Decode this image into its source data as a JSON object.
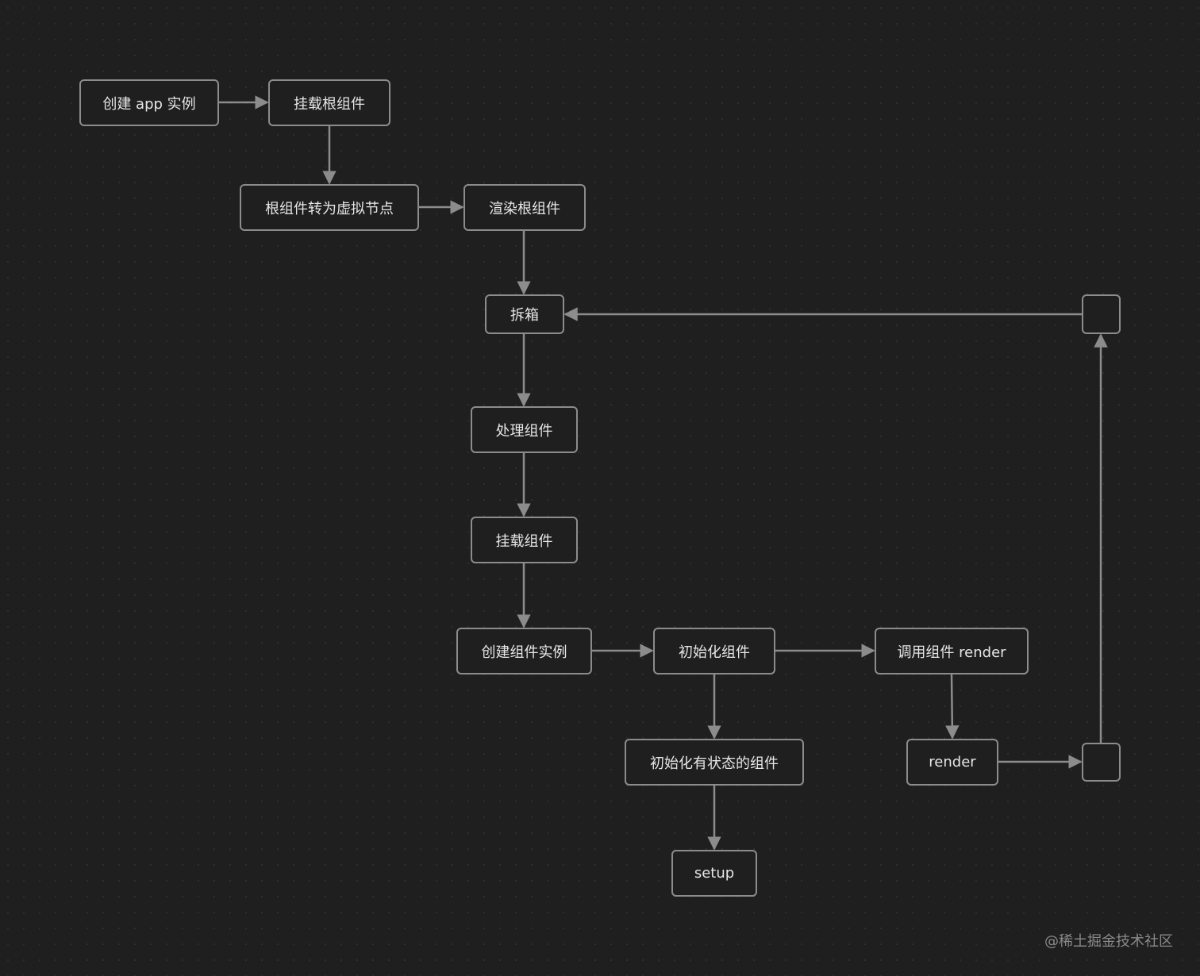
{
  "diagram": {
    "nodes": [
      {
        "id": "create-app",
        "label": "创建 app 实例"
      },
      {
        "id": "mount-root",
        "label": "挂载根组件"
      },
      {
        "id": "root-to-vnode",
        "label": "根组件转为虚拟节点"
      },
      {
        "id": "render-root",
        "label": "渲染根组件"
      },
      {
        "id": "unbox",
        "label": "拆箱"
      },
      {
        "id": "process-component",
        "label": "处理组件"
      },
      {
        "id": "mount-component",
        "label": "挂载组件"
      },
      {
        "id": "create-instance",
        "label": "创建组件实例"
      },
      {
        "id": "init-component",
        "label": "初始化组件"
      },
      {
        "id": "call-render",
        "label": "调用组件 render"
      },
      {
        "id": "init-stateful",
        "label": "初始化有状态的组件"
      },
      {
        "id": "render",
        "label": "render"
      },
      {
        "id": "setup",
        "label": "setup"
      },
      {
        "id": "blank-bottom",
        "label": ""
      },
      {
        "id": "blank-top",
        "label": ""
      }
    ],
    "edges": [
      {
        "from": "create-app",
        "to": "mount-root"
      },
      {
        "from": "mount-root",
        "to": "root-to-vnode"
      },
      {
        "from": "root-to-vnode",
        "to": "render-root"
      },
      {
        "from": "render-root",
        "to": "unbox"
      },
      {
        "from": "unbox",
        "to": "process-component"
      },
      {
        "from": "process-component",
        "to": "mount-component"
      },
      {
        "from": "mount-component",
        "to": "create-instance"
      },
      {
        "from": "create-instance",
        "to": "init-component"
      },
      {
        "from": "init-component",
        "to": "call-render"
      },
      {
        "from": "init-component",
        "to": "init-stateful"
      },
      {
        "from": "init-stateful",
        "to": "setup"
      },
      {
        "from": "call-render",
        "to": "render"
      },
      {
        "from": "render",
        "to": "blank-bottom"
      },
      {
        "from": "blank-bottom",
        "to": "blank-top"
      },
      {
        "from": "blank-top",
        "to": "unbox"
      }
    ],
    "colors": {
      "background": "#1f1f1f",
      "node_border": "#8c8c8c",
      "node_text": "#e6e6e6",
      "edge": "#8c8c8c"
    }
  },
  "watermark": "@稀土掘金技术社区"
}
